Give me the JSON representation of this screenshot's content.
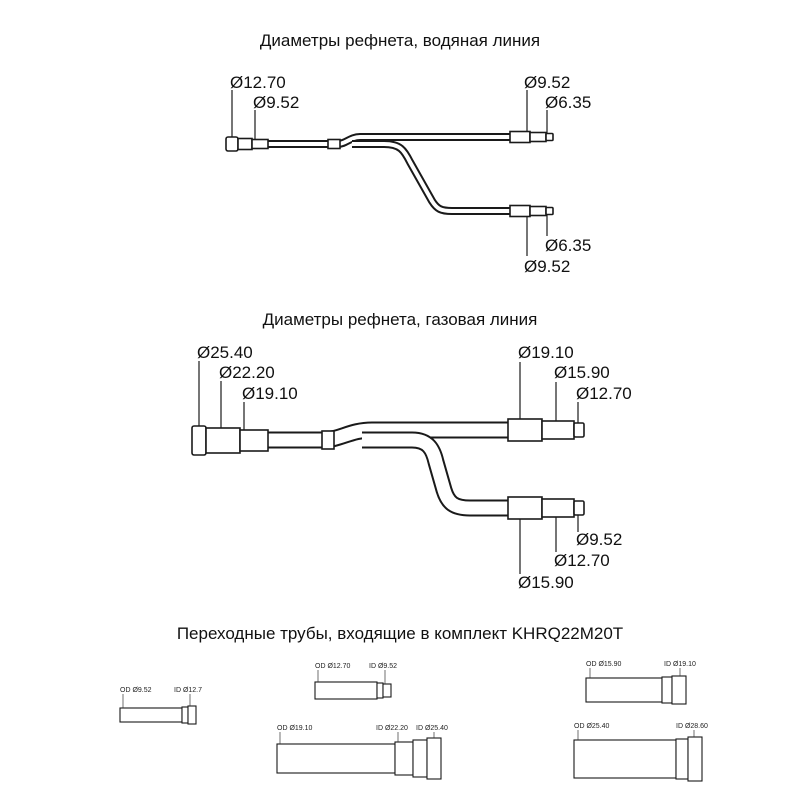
{
  "sections": {
    "water": {
      "title": "Диаметры рефнета, водяная линия",
      "labels": {
        "in_od": "Ø12.70",
        "in_id": "Ø9.52",
        "top_od": "Ø9.52",
        "top_id": "Ø6.35",
        "bot_id": "Ø6.35",
        "bot_od": "Ø9.52"
      }
    },
    "gas": {
      "title": "Диаметры рефнета, газовая линия",
      "labels": {
        "in_1": "Ø25.40",
        "in_2": "Ø22.20",
        "in_3": "Ø19.10",
        "top_1": "Ø19.10",
        "top_2": "Ø15.90",
        "top_3": "Ø12.70",
        "bot_1": "Ø9.52",
        "bot_2": "Ø12.70",
        "bot_3": "Ø15.90"
      }
    },
    "tubes": {
      "title": "Переходные трубы, входящие в комплект KHRQ22M20T",
      "items": [
        {
          "od": "OD Ø9.52",
          "id": "ID Ø12.7"
        },
        {
          "od": "OD Ø12.70",
          "id": "ID Ø9.52"
        },
        {
          "od": "OD Ø15.90",
          "id": "ID Ø19.10"
        },
        {
          "od": "OD Ø19.10",
          "id_a": "ID Ø22.20",
          "id_b": "ID Ø25.40"
        },
        {
          "od": "OD Ø25.40",
          "id": "ID Ø28.60"
        }
      ]
    }
  },
  "colors": {
    "line": "#1a1a1a",
    "background": "#ffffff"
  }
}
